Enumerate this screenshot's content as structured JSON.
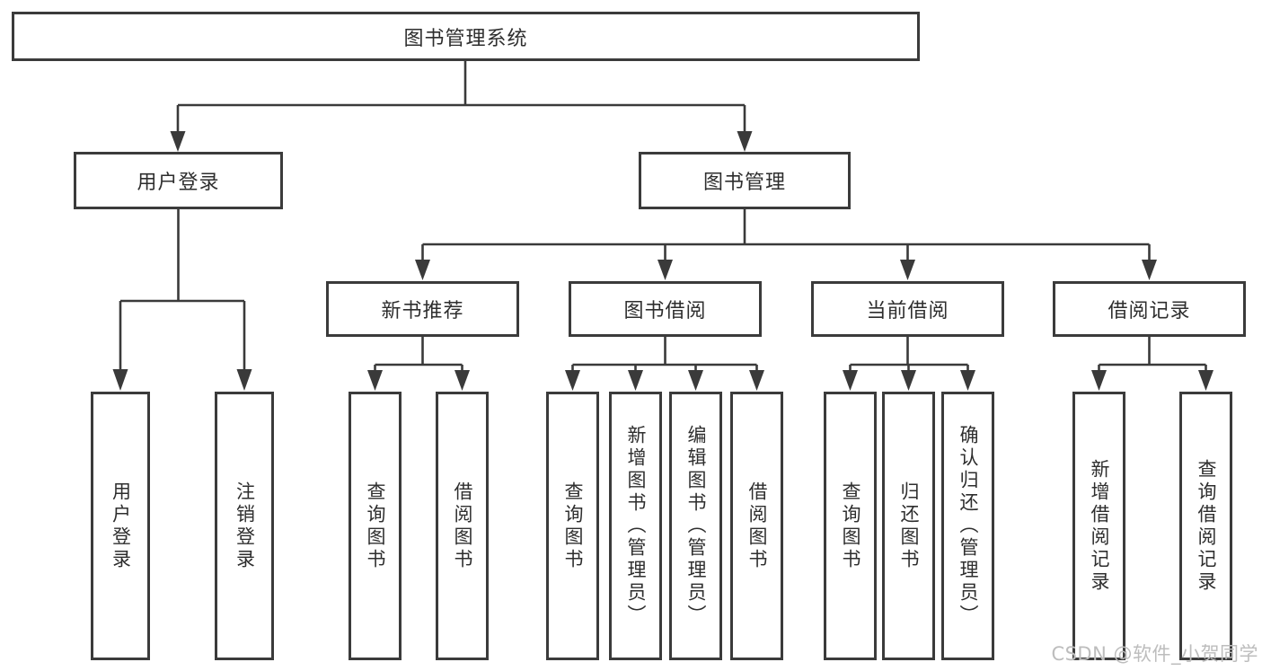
{
  "tree": {
    "root": "图书管理系统",
    "branches": [
      {
        "label": "用户登录",
        "children": [
          "用户登录",
          "注销登录"
        ]
      },
      {
        "label": "图书管理",
        "groups": [
          {
            "label": "新书推荐",
            "children": [
              "查询图书",
              "借阅图书"
            ]
          },
          {
            "label": "图书借阅",
            "children": [
              "查询图书",
              "新增图书（管理员）",
              "编辑图书（管理员）",
              "借阅图书"
            ]
          },
          {
            "label": "当前借阅",
            "children": [
              "查询图书",
              "归还图书",
              "确认归还（管理员）"
            ]
          },
          {
            "label": "借阅记录",
            "children": [
              "新增借阅记录",
              "查询借阅记录"
            ]
          }
        ]
      }
    ]
  },
  "watermark": {
    "text": "CSDN @软件_小贺同学"
  },
  "colors": {
    "line": "#3a3a3a",
    "box_border": "#3b3b3b",
    "text": "#2e2e2e",
    "watermark": "#bdbdbd",
    "background": "#ffffff"
  }
}
